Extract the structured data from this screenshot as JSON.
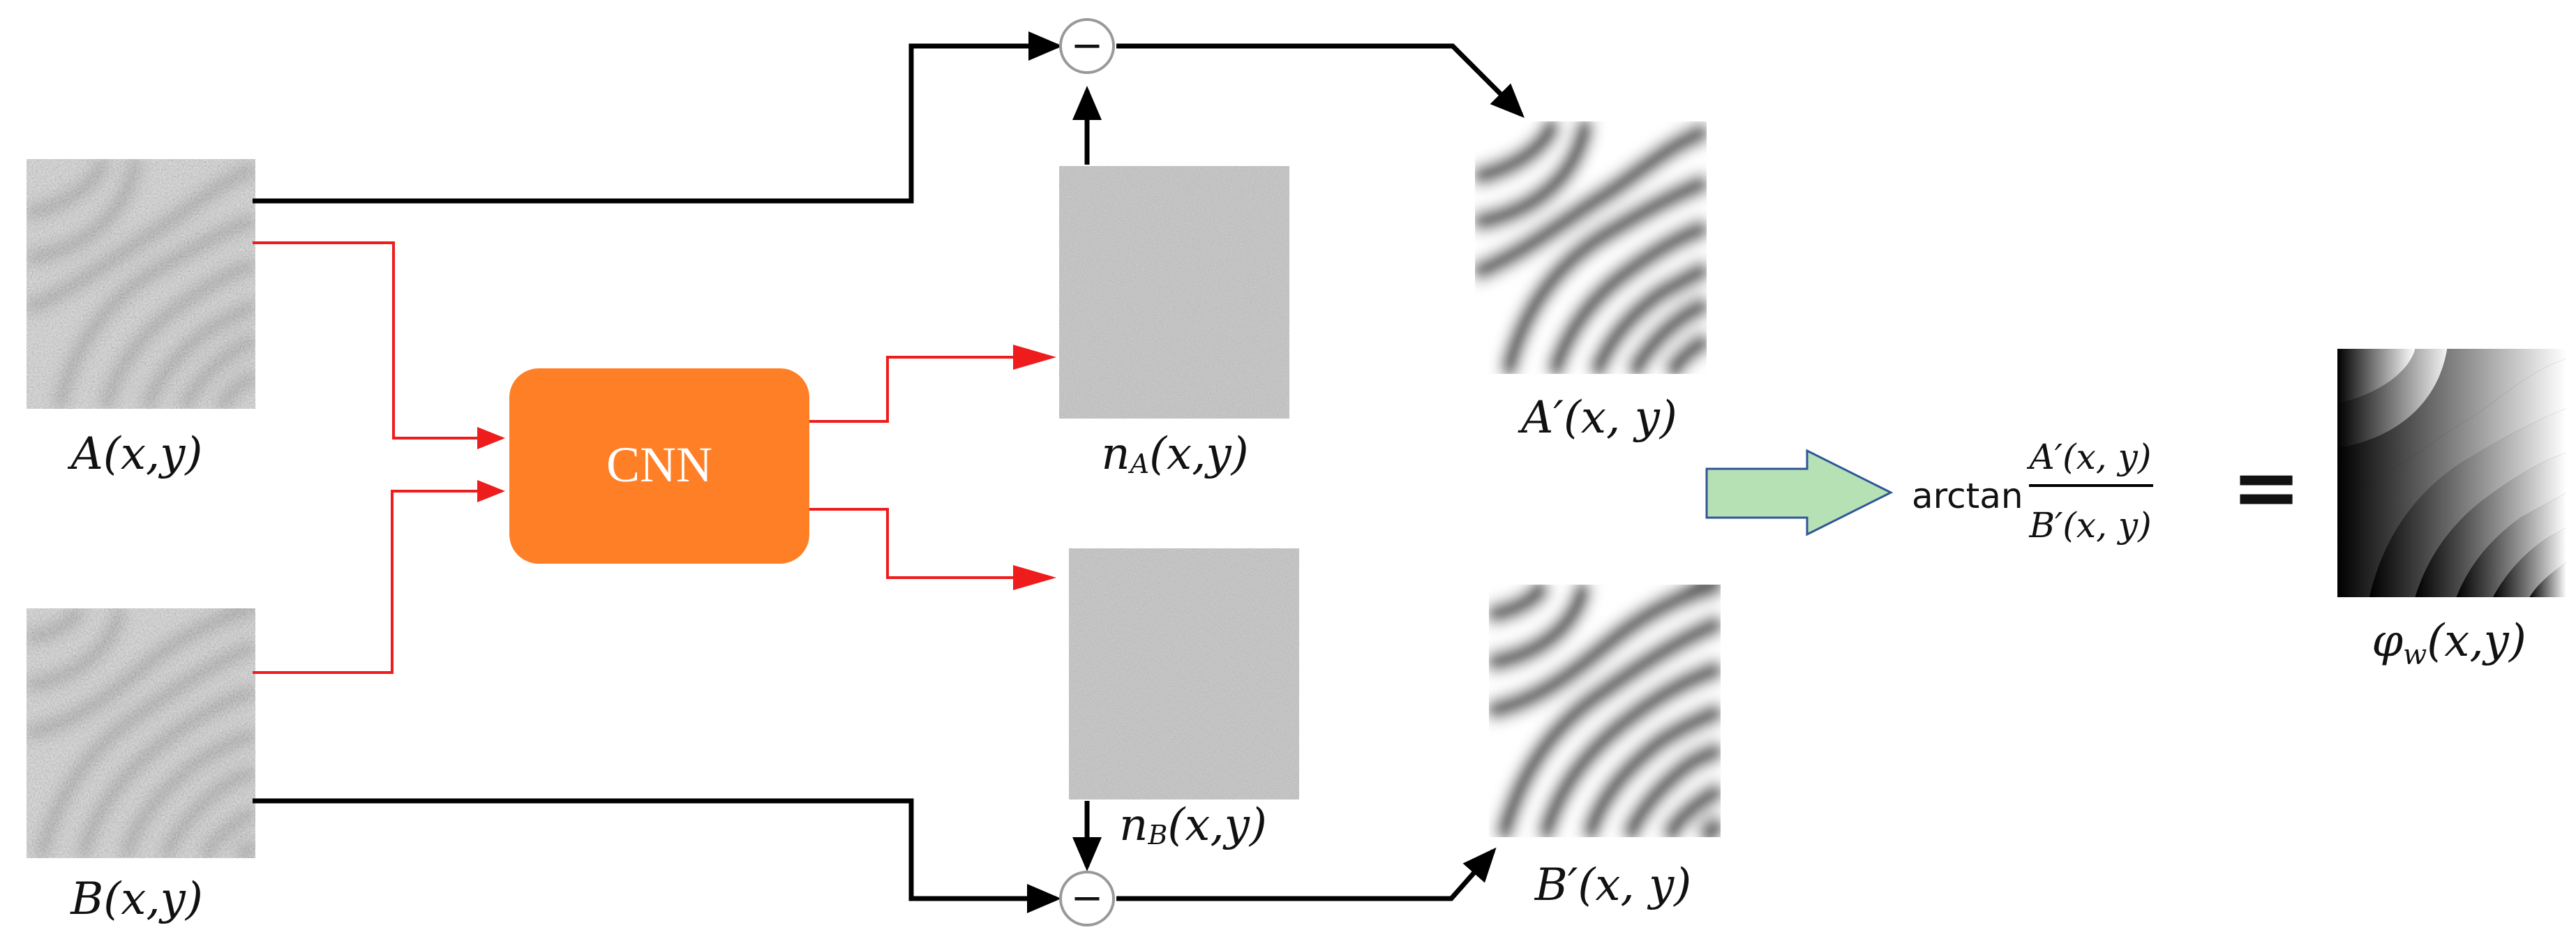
{
  "diagram": {
    "inputs": {
      "a_label": "A(x,y)",
      "b_label": "B(x,y)"
    },
    "network": {
      "label": "CNN",
      "color": "#FF7F27"
    },
    "noise": {
      "a_label_main": "n",
      "a_label_sub": "A",
      "a_label_args": "(x,y)",
      "b_label_main": "n",
      "b_label_sub": "B",
      "b_label_args": "(x,y)"
    },
    "outputs": {
      "a_label": "A′(x, y)",
      "b_label": "B′(x, y)"
    },
    "operator_symbol": "−",
    "formula": {
      "func": "arctan",
      "numerator": "A′(x, y)",
      "denominator": "B′(x, y)",
      "equals": "="
    },
    "result": {
      "label_main": "φ",
      "label_sub": "w",
      "label_args": "(x,y)"
    },
    "colors": {
      "cnn_path": "#EE1C1C",
      "main_path": "#000000",
      "arrow_fill": "#B5E1B4",
      "arrow_stroke": "#2F5597"
    }
  }
}
